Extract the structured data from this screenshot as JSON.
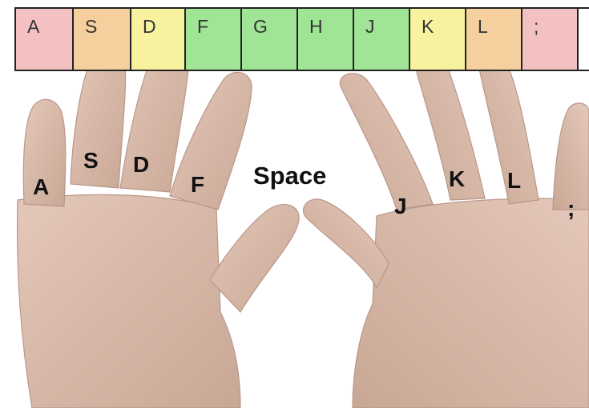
{
  "keys": [
    {
      "label": "A",
      "color": "#f4c1c3"
    },
    {
      "label": "S",
      "color": "#f5cf9e"
    },
    {
      "label": "D",
      "color": "#f7f29e"
    },
    {
      "label": "F",
      "color": "#9fe595"
    },
    {
      "label": "G",
      "color": "#9fe595"
    },
    {
      "label": "H",
      "color": "#9fe595"
    },
    {
      "label": "J",
      "color": "#9fe595"
    },
    {
      "label": "K",
      "color": "#f7f29e"
    },
    {
      "label": "L",
      "color": "#f5cf9e"
    },
    {
      "label": ";",
      "color": "#f4c1c3"
    }
  ],
  "fingers": {
    "left_pinky": "A",
    "left_ring": "S",
    "left_middle": "D",
    "left_index": "F",
    "right_index": "J",
    "right_middle": "K",
    "right_ring": "L",
    "right_pinky": ";"
  },
  "thumbs": "Space",
  "skin_color": "#d9b9a8"
}
